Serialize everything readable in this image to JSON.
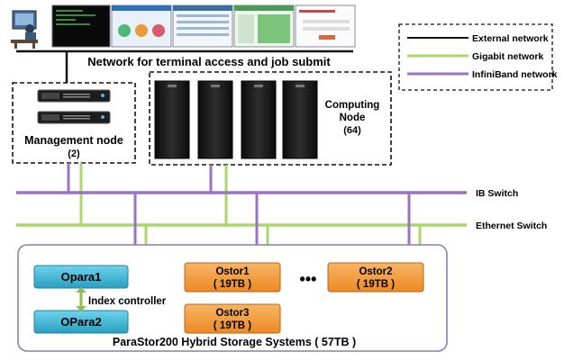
{
  "network_caption": "Network for terminal access and job submit",
  "legend": {
    "items": [
      {
        "label": "External network",
        "color": "#111111"
      },
      {
        "label": "Gigabit network",
        "color": "#a8d86a"
      },
      {
        "label": "InfiniBand network",
        "color": "#9b72c4"
      }
    ]
  },
  "management": {
    "label": "Management node",
    "count": "(2)"
  },
  "computing": {
    "label": "Computing",
    "label2": "Node",
    "count": "(64)"
  },
  "switches": {
    "ib": "IB Switch",
    "ethernet": "Ethernet Switch"
  },
  "storage": {
    "title": "ParaStor200 Hybrid Storage Systems ( 57TB )",
    "index_controller": "Index controller",
    "opara1": "Opara1",
    "opara2": "OPara2",
    "ostor1": {
      "name": "Ostor1",
      "size": "( 19TB )"
    },
    "ostor2": {
      "name": "Ostor2",
      "size": "( 19TB )"
    },
    "ostor3": {
      "name": "Ostor3",
      "size": "( 19TB )"
    },
    "ellipsis": "•••"
  },
  "colors": {
    "infiniband": "#9b72c4",
    "gigabit": "#a8d86a",
    "external": "#111111",
    "opara_fill": "#3fb6d6",
    "ostor_fill": "#f29a3a"
  }
}
